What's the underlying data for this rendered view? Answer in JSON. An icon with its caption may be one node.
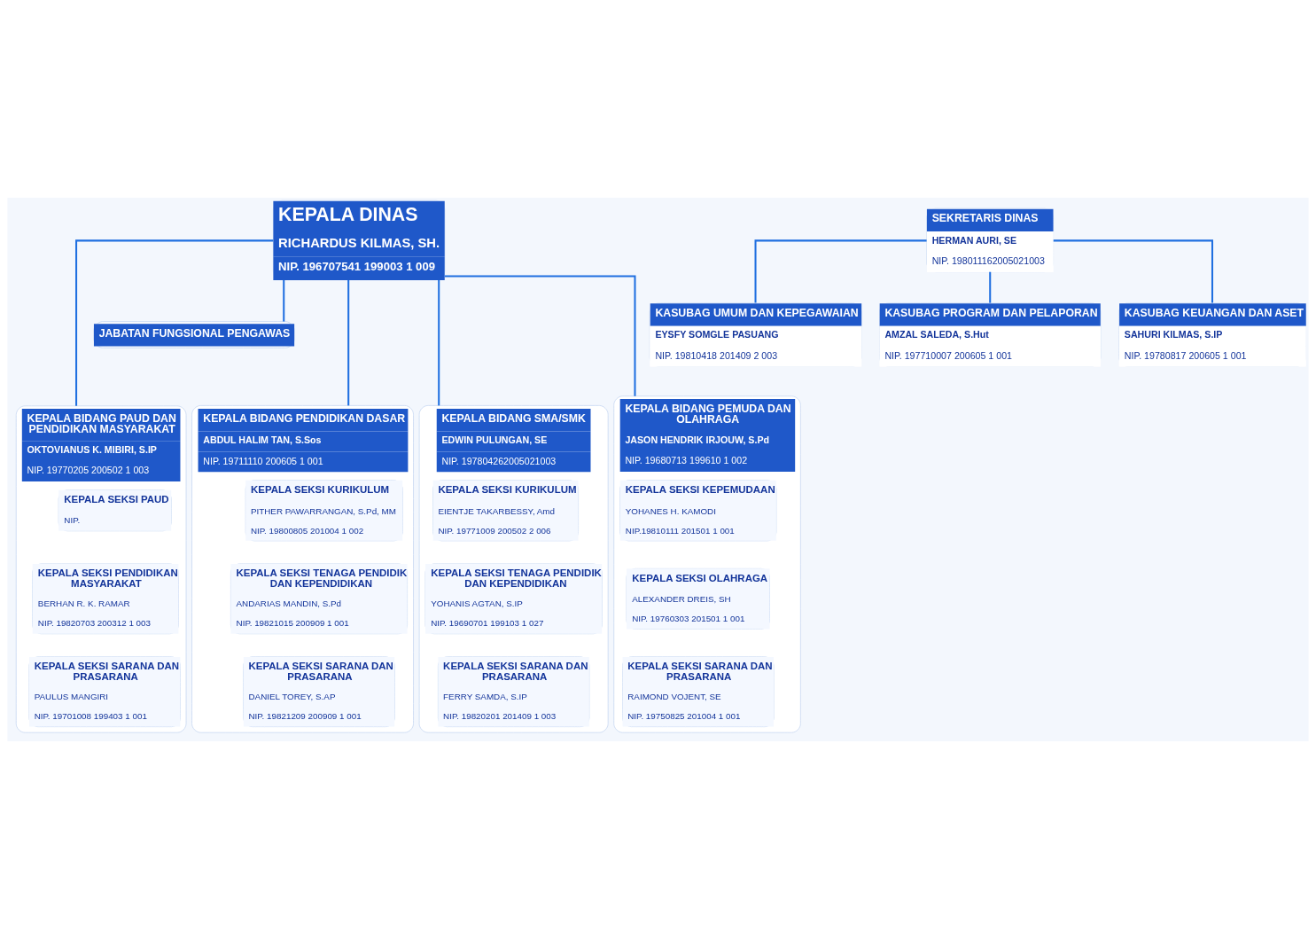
{
  "diagram": {
    "nodes": [
      {
        "text": [
          "KEPALA DINAS",
          "RICHARDUS KILMAS, SH.",
          "NIP. 196707541 199003 1 009"
        ]
      },
      {
        "text": [
          "JABATAN FUNGSIONAL PENGAWAS"
        ]
      },
      {
        "text": [
          "SEKRETARIS DINAS",
          "HERMAN AURI, SE",
          "NIP. 198011162005021003"
        ]
      },
      {
        "text": [
          "KASUBAG UMUM DAN KEPEGAWAIAN",
          "EYSFY SOMGLE PASUANG",
          "NIP. 19810418 201409 2 003"
        ]
      },
      {
        "text": [
          "KASUBAG PROGRAM DAN PELAPORAN",
          "AMZAL SALEDA, S.Hut",
          "NIP. 197710007 200605 1 001"
        ]
      },
      {
        "text": [
          "KASUBAG KEUANGAN DAN ASET",
          "SAHURI KILMAS, S.IP",
          "NIP. 19780817 200605 1 001"
        ]
      },
      {
        "text": [
          "KEPALA BIDANG PAUD DAN PENDIDIKAN MASYARAKAT",
          "OKTOVIANUS K. MIBIRI, S.IP",
          "NIP. 19770205 200502 1 003"
        ]
      },
      {
        "text": [
          "KEPALA SEKSI PAUD",
          "NIP."
        ],
        "in": 6
      },
      {
        "text": [
          "KEPALA SEKSI PENDIDIKAN MASYARAKAT",
          "BERHAN R. K. RAMAR",
          "NIP. 19820703 200312 1 003"
        ],
        "in": 6
      },
      {
        "text": [
          "KEPALA SEKSI SARANA DAN PRASARANA",
          "PAULUS MANGIRI",
          "NIP. 19701008 199403 1 001"
        ],
        "in": 6
      },
      {
        "text": [
          "KEPALA BIDANG PENDIDIKAN DASAR",
          "ABDUL HALIM TAN, S.Sos",
          "NIP. 19711110 200605 1 001"
        ]
      },
      {
        "text": [
          "KEPALA SEKSI KURIKULUM",
          "PITHER PAWARRANGAN, S.Pd, MM",
          "NIP. 19800805 201004 1 002"
        ],
        "in": 10
      },
      {
        "text": [
          "KEPALA SEKSI TENAGA PENDIDIK DAN KEPENDIDIKAN",
          "ANDARIAS MANDIN, S.Pd",
          "NIP. 19821015 200909 1 001"
        ],
        "in": 10
      },
      {
        "text": [
          "KEPALA SEKSI SARANA DAN PRASARANA",
          "DANIEL TOREY, S.AP",
          "NIP. 19821209 200909 1 001"
        ],
        "in": 10
      },
      {
        "text": [
          "KEPALA BIDANG SMA/SMK",
          "EDWIN PULUNGAN, SE",
          "NIP. 197804262005021003"
        ]
      },
      {
        "text": [
          "KEPALA SEKSI KURIKULUM",
          "EIENTJE TAKARBESSY, Amd",
          "NIP. 19771009 200502 2 006"
        ],
        "in": 14
      },
      {
        "text": [
          "KEPALA SEKSI TENAGA PENDIDIK DAN KEPENDIDIKAN",
          "YOHANIS AGTAN, S.IP",
          "NIP. 19690701 199103 1 027"
        ],
        "in": 14
      },
      {
        "text": [
          "KEPALA SEKSI SARANA DAN PRASARANA",
          "FERRY SAMDA, S.IP",
          "NIP. 19820201 201409 1 003"
        ],
        "in": 14
      },
      {
        "text": [
          "KEPALA BIDANG PEMUDA DAN OLAHRAGA",
          "JASON HENDRIK IRJOUW, S.Pd",
          "NIP. 19680713 199610 1 002"
        ]
      },
      {
        "text": [
          "KEPALA SEKSI KEPEMUDAAN",
          "YOHANES H. KAMODI",
          "NIP.19810111 201501 1 001"
        ],
        "in": 18
      },
      {
        "text": [
          "KEPALA SEKSI OLAHRAGA",
          "ALEXANDER DREIS, SH",
          "NIP. 19760303 201501 1 001"
        ],
        "in": 18
      },
      {
        "text": [
          "KEPALA SEKSI SARANA DAN PRASARANA",
          "RAIMOND VOJENT, SE",
          "NIP. 19750825 201004 1 001"
        ],
        "in": 18
      }
    ],
    "edges": [
      {
        "from": 0,
        "to": 1,
        "arrow": "none"
      },
      {
        "from": 2,
        "to": 3,
        "arrow": "none"
      },
      {
        "from": 2,
        "to": 4,
        "arrow": "none"
      },
      {
        "from": 2,
        "to": 5,
        "arrow": "none"
      },
      {
        "from": 0,
        "to": 6,
        "arrow": "none"
      },
      {
        "from": 0,
        "to": 10,
        "arrow": "none"
      },
      {
        "from": 0,
        "to": 14,
        "arrow": "none"
      },
      {
        "from": 0,
        "to": 18,
        "arrow": "none"
      }
    ]
  }
}
